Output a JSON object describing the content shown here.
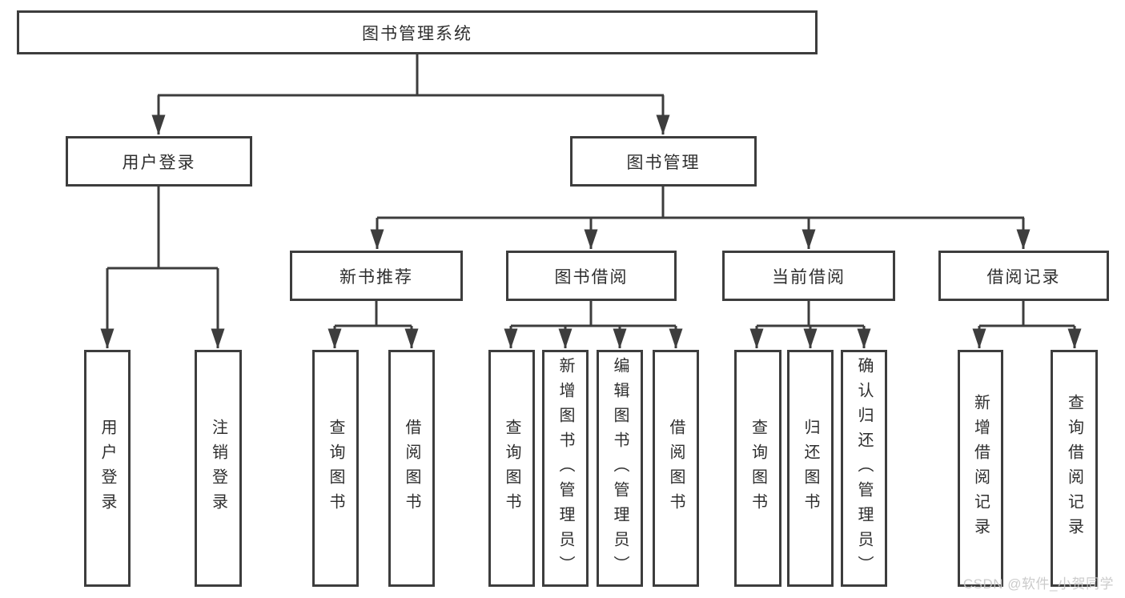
{
  "nodes": {
    "root": "图书管理系统",
    "user_login": "用户登录",
    "book_mgmt": "图书管理",
    "new_book_rec": "新书推荐",
    "book_borrow": "图书借阅",
    "current_borrow": "当前借阅",
    "borrow_record": "借阅记录",
    "ul_login": "用户登录",
    "ul_logout": "注销登录",
    "nb_query": "查询图书",
    "nb_borrow": "借阅图书",
    "bb_query": "查询图书",
    "bb_add": "新增图书（管理员）",
    "bb_edit": "编辑图书（管理员）",
    "bb_borrow": "借阅图书",
    "cb_query": "查询图书",
    "cb_return": "归还图书",
    "cb_confirm": "确认归还（管理员）",
    "br_add": "新增借阅记录",
    "br_query": "查询借阅记录"
  },
  "structure": {
    "图书管理系统": {
      "用户登录": [
        "用户登录",
        "注销登录"
      ],
      "图书管理": {
        "新书推荐": [
          "查询图书",
          "借阅图书"
        ],
        "图书借阅": [
          "查询图书",
          "新增图书（管理员）",
          "编辑图书（管理员）",
          "借阅图书"
        ],
        "当前借阅": [
          "查询图书",
          "归还图书",
          "确认归还（管理员）"
        ],
        "借阅记录": [
          "新增借阅记录",
          "查询借阅记录"
        ]
      }
    }
  },
  "watermark": {
    "text": "CSDN @软件_小贺同学"
  },
  "colors": {
    "line": "#3d3d3d",
    "text": "#2e2e2e",
    "watermark": "#c6c6c6",
    "background": "#ffffff"
  }
}
